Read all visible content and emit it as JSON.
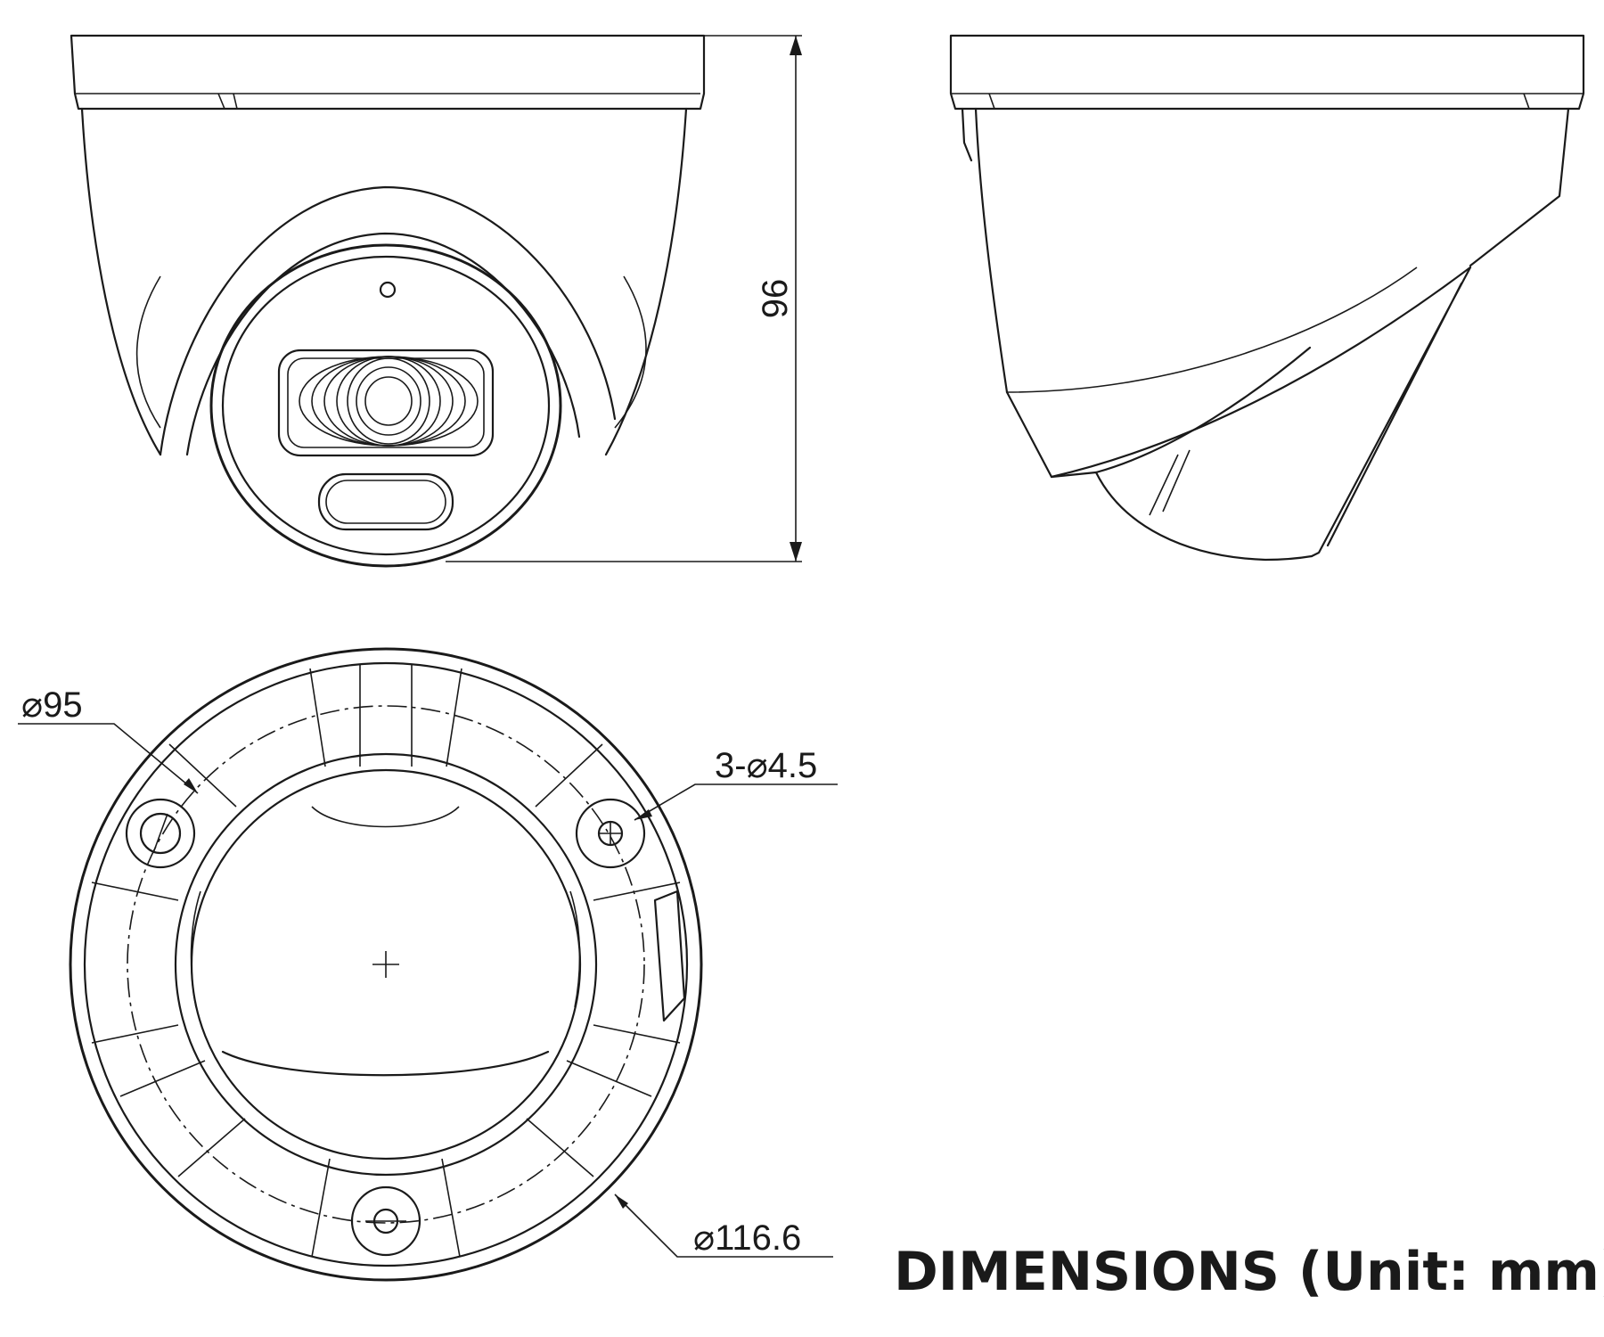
{
  "title": "DIMENSIONS (Unit: mm)",
  "dimensions": {
    "height": "96",
    "inner_diameter": "⌀95",
    "screw_holes": "3-⌀4.5",
    "outer_diameter": "⌀116.6"
  }
}
